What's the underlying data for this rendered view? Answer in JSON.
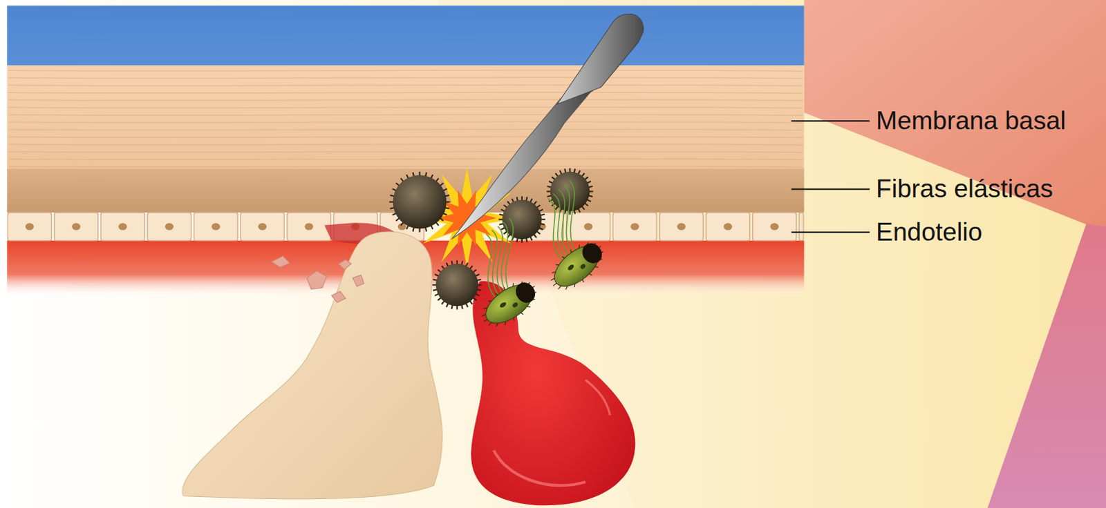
{
  "diagram": {
    "labels": [
      "Membrana basal",
      "Fibras elásticas",
      "Endotelio"
    ]
  }
}
